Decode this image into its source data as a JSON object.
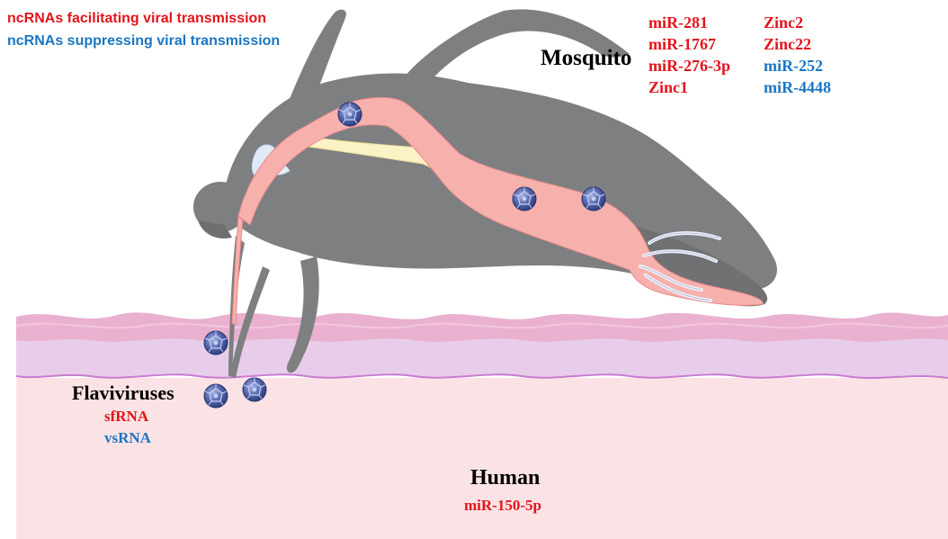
{
  "legend": {
    "facilitating": "ncRNAs facilitating viral transmission",
    "suppressing": "ncRNAs suppressing viral transmission"
  },
  "mosquito": {
    "title": "Mosquito",
    "column1": [
      "miR-281",
      "miR-1767",
      "miR-276-3p",
      "Zinc1"
    ],
    "column2": [
      "Zinc2",
      "Zinc22",
      "miR-252",
      "miR-4448"
    ]
  },
  "flaviviruses": {
    "title": "Flaviviruses",
    "items": [
      "sfRNA",
      "vsRNA"
    ]
  },
  "human": {
    "title": "Human",
    "items": [
      "miR-150-5p"
    ]
  },
  "colors": {
    "facilitating": "#e3141b",
    "suppressing": "#1b76c2",
    "mosquito_body": "#7d7f81",
    "gut": "#f6b1ac",
    "salivary": "#fbf3c5",
    "skin_top": "#e9b1cf",
    "skin_bottom": "#fbe3e5",
    "virus": "#4d5fa6"
  },
  "icons": [
    "mosquito-illustration",
    "virus-particle-icon",
    "skin-layer-illustration"
  ]
}
